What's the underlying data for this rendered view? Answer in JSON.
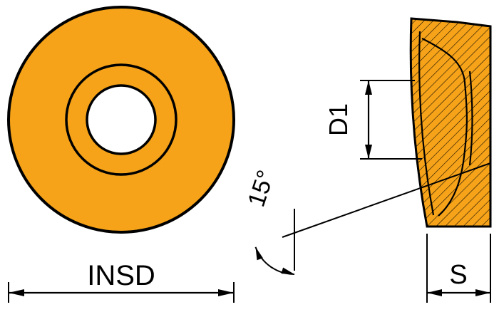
{
  "diagram": {
    "labels": {
      "insert_diameter": "INSD",
      "hole_diameter": "D1",
      "side_angle": "15°",
      "thickness": "S"
    },
    "colors": {
      "insert_fill": "#F6A319",
      "outline": "#000000",
      "background": "#FFFFFF"
    }
  }
}
